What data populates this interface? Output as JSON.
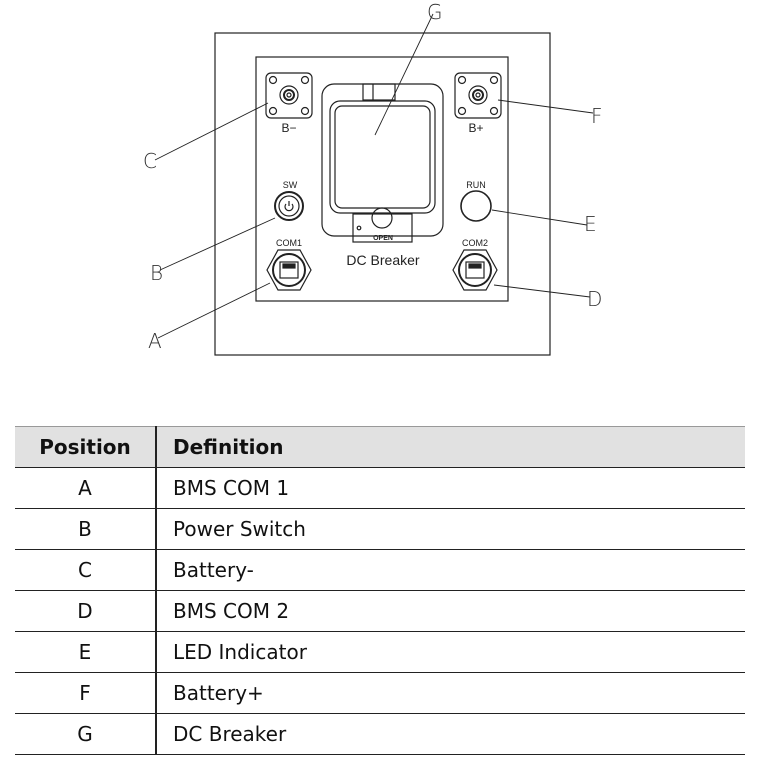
{
  "diagram": {
    "panel_labels": {
      "b_minus": "B−",
      "b_plus": "B+",
      "sw": "SW",
      "run": "RUN",
      "com1": "COM1",
      "com2": "COM2",
      "open": "OPEN",
      "dc_breaker": "DC Breaker"
    },
    "callouts": {
      "a": "A",
      "b": "B",
      "c": "C",
      "d": "D",
      "e": "E",
      "f": "F",
      "g": "G"
    }
  },
  "table": {
    "headers": {
      "position": "Position",
      "definition": "Definition"
    },
    "rows": [
      {
        "position": "A",
        "definition": "BMS COM 1"
      },
      {
        "position": "B",
        "definition": "Power Switch"
      },
      {
        "position": "C",
        "definition": "Battery-"
      },
      {
        "position": "D",
        "definition": "BMS COM 2"
      },
      {
        "position": "E",
        "definition": "LED Indicator"
      },
      {
        "position": "F",
        "definition": "Battery+"
      },
      {
        "position": "G",
        "definition": "DC Breaker"
      }
    ]
  }
}
